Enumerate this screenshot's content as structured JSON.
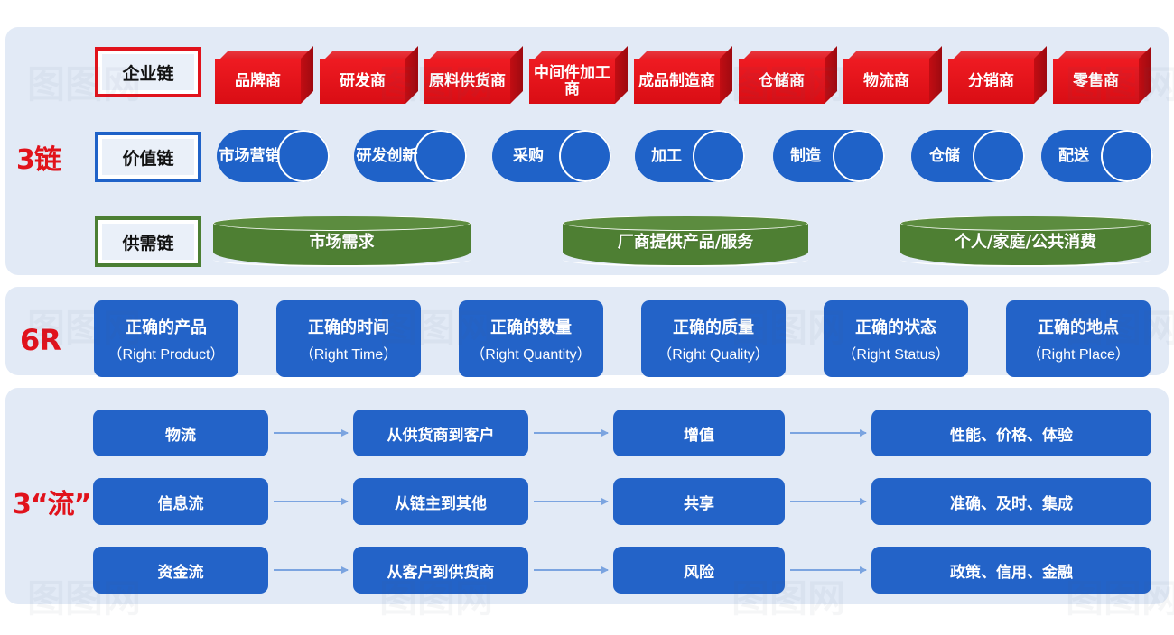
{
  "sections": {
    "chains": {
      "label": "3链",
      "label_color": "#e1121b",
      "rows": [
        {
          "name": "企业链",
          "accent": "#e1121b",
          "items": [
            "品牌商",
            "研发商",
            "原料供货商",
            "中间件加工商",
            "成品制造商",
            "仓储商",
            "物流商",
            "分销商",
            "零售商"
          ]
        },
        {
          "name": "价值链",
          "accent": "#1f62c8",
          "items": [
            "市场营销",
            "研发创新",
            "采购",
            "加工",
            "制造",
            "仓储",
            "配送"
          ]
        },
        {
          "name": "供需链",
          "accent": "#4b7f33",
          "items": [
            "市场需求",
            "厂商提供产品/服务",
            "个人/家庭/公共消费"
          ]
        }
      ]
    },
    "sixr": {
      "label": "6R",
      "label_color": "#e1121b",
      "cards": [
        {
          "cn": "正确的产品",
          "en": "（Right Product）"
        },
        {
          "cn": "正确的时间",
          "en": "（Right Time）"
        },
        {
          "cn": "正确的数量",
          "en": "（Right Quantity）"
        },
        {
          "cn": "正确的质量",
          "en": "（Right Quality）"
        },
        {
          "cn": "正确的状态",
          "en": "（Right Status）"
        },
        {
          "cn": "正确的地点",
          "en": "（Right Place）"
        }
      ]
    },
    "flows": {
      "label": "3“流”",
      "label_color": "#e1121b",
      "rows": [
        {
          "name": "物流",
          "path": "从供货商到客户",
          "value": "增值",
          "outcome": "性能、价格、体验"
        },
        {
          "name": "信息流",
          "path": "从链主到其他",
          "value": "共享",
          "outcome": "准确、及时、集成"
        },
        {
          "name": "资金流",
          "path": "从客户到供货商",
          "value": "风险",
          "outcome": "政策、信用、金融"
        }
      ]
    }
  },
  "watermark": {
    "text": "图图网"
  }
}
